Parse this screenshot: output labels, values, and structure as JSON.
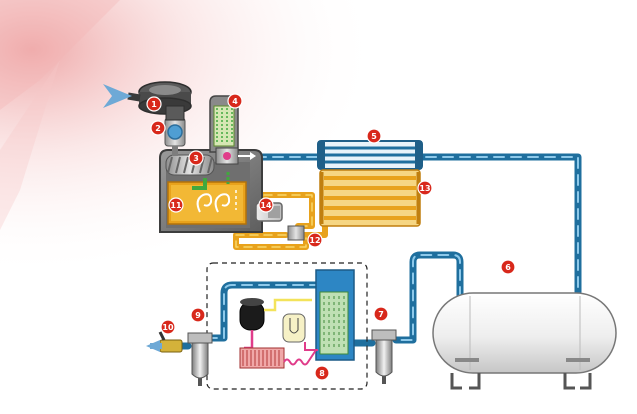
{
  "diagram": {
    "colors": {
      "air_pipe": "#1f6f9e",
      "air_pipe_highlight": "#8ec9ea",
      "oil_pipe": "#e8a21c",
      "oil_highlight": "#f8d86a",
      "badge": "#d8281b",
      "frame": "#666666",
      "refrigerant_yellow": "#f3e35a",
      "refrigerant_pink": "#e03c8a"
    },
    "markers": [
      {
        "id": "m1",
        "label": "1"
      },
      {
        "id": "m2",
        "label": "2"
      },
      {
        "id": "m3",
        "label": "3"
      },
      {
        "id": "m4",
        "label": "4"
      },
      {
        "id": "m5",
        "label": "5"
      },
      {
        "id": "m6",
        "label": "6"
      },
      {
        "id": "m7",
        "label": "7"
      },
      {
        "id": "m8",
        "label": "8"
      },
      {
        "id": "m9",
        "label": "9"
      },
      {
        "id": "m10",
        "label": "10"
      },
      {
        "id": "m11",
        "label": "11"
      },
      {
        "id": "m12",
        "label": "12"
      },
      {
        "id": "m13",
        "label": "13"
      },
      {
        "id": "m14",
        "label": "14"
      }
    ]
  }
}
